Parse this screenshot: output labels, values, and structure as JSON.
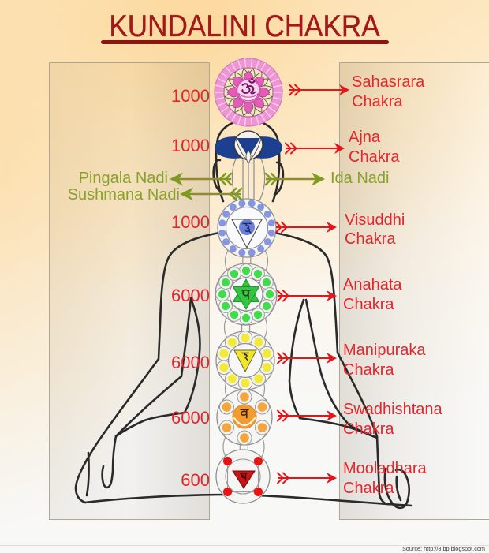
{
  "title": "KUNDALINI CHAKRA",
  "chakras": [
    {
      "name": "Sahasrara",
      "suffix": "Chakra",
      "value": "1000",
      "symbol": "ॐ",
      "petals": 8,
      "color": "#ef95d4",
      "accent": "#e25cb8",
      "ink": "#74125f"
    },
    {
      "name": "Ajna",
      "suffix": "Chakra",
      "value": "1000",
      "petals": 2,
      "color": "#1d3f8f"
    },
    {
      "name": "Visuddhi",
      "suffix": "Chakra",
      "value": "1000",
      "symbol": "ह",
      "petals": 16,
      "color": "#8595e2",
      "accent": "#6c7fd6",
      "ink": "#1f2b6e"
    },
    {
      "name": "Anahata",
      "suffix": "Chakra",
      "value": "6000",
      "symbol": "य",
      "petals": 12,
      "color": "#40dc4b",
      "accent": "#36c441",
      "ink": "#123f16"
    },
    {
      "name": "Manipuraka",
      "suffix": "Chakra",
      "value": "6000",
      "symbol": "र",
      "petals": 10,
      "color": "#f2ea37",
      "accent": "#f1e42d",
      "ink": "#262410"
    },
    {
      "name": "Swadhishtana",
      "suffix": "Chakra",
      "value": "6000",
      "symbol": "व",
      "petals": 6,
      "color": "#f6a53a",
      "accent": "#f19b33",
      "ink": "#3d230a"
    },
    {
      "name": "Mooladhara",
      "suffix": "Chakra",
      "value": "600",
      "symbol": "ल",
      "petals": 4,
      "color": "#e41616",
      "accent": "#cd1414",
      "ink": "#3a0505"
    }
  ],
  "nadis": [
    {
      "name": "Pingala Nadi",
      "direction": "left"
    },
    {
      "name": "Sushmana Nadi",
      "direction": "left"
    },
    {
      "name": "Ida Nadi",
      "direction": "right"
    }
  ],
  "colors": {
    "title": "#a01a1a",
    "title_underline": "#8e1414",
    "chakra_label": "#e3262c",
    "chakra_arrow": "#e5151c",
    "nadi_label": "#87a12b",
    "nadi_arrow_shaft": "#8f8b2f",
    "nadi_arrow_head": "#7d9c1f",
    "body_outline": "#2a2a2a"
  },
  "source": "Source: http://3.bp.blogspot.com"
}
